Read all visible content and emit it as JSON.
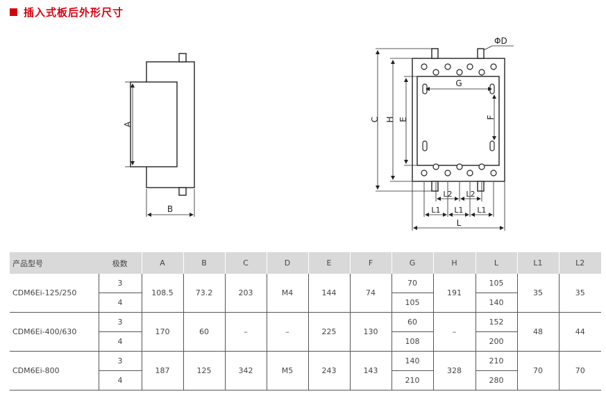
{
  "heading": {
    "title": "插入式板后外形尺寸"
  },
  "side_view": {
    "dim_a": "A",
    "dim_b": "B"
  },
  "front_view": {
    "phi_d": "ΦD",
    "dim_c": "C",
    "dim_h": "H",
    "dim_e": "E",
    "dim_g": "G",
    "dim_f": "F",
    "dim_l2a": "L2",
    "dim_l2b": "L2",
    "dim_l1a": "L1",
    "dim_l1b": "L1",
    "dim_l1c": "L1",
    "dim_l": "L"
  },
  "table": {
    "headers": [
      "产品型号",
      "极数",
      "A",
      "B",
      "C",
      "D",
      "E",
      "F",
      "G",
      "H",
      "L",
      "L1",
      "L2"
    ],
    "groups": [
      {
        "model": "CDM6Ei-125/250",
        "A": "108.5",
        "B": "73.2",
        "C": "203",
        "D": "M4",
        "E": "144",
        "F": "74",
        "H": "191",
        "L1": "35",
        "L2": "35",
        "rows": [
          {
            "poles": "3",
            "G": "70",
            "L": "105"
          },
          {
            "poles": "4",
            "G": "105",
            "L": "140"
          }
        ]
      },
      {
        "model": "CDM6Ei-400/630",
        "A": "170",
        "B": "60",
        "C": "–",
        "D": "–",
        "E": "225",
        "F": "130",
        "H": "–",
        "L1": "48",
        "L2": "44",
        "rows": [
          {
            "poles": "3",
            "G": "60",
            "L": "152"
          },
          {
            "poles": "4",
            "G": "108",
            "L": "200"
          }
        ]
      },
      {
        "model": "CDM6Ei-800",
        "A": "187",
        "B": "125",
        "C": "342",
        "D": "M5",
        "E": "243",
        "F": "143",
        "H": "328",
        "L1": "70",
        "L2": "70",
        "rows": [
          {
            "poles": "3",
            "G": "140",
            "L": "210"
          },
          {
            "poles": "4",
            "G": "210",
            "L": "280"
          }
        ]
      }
    ]
  }
}
